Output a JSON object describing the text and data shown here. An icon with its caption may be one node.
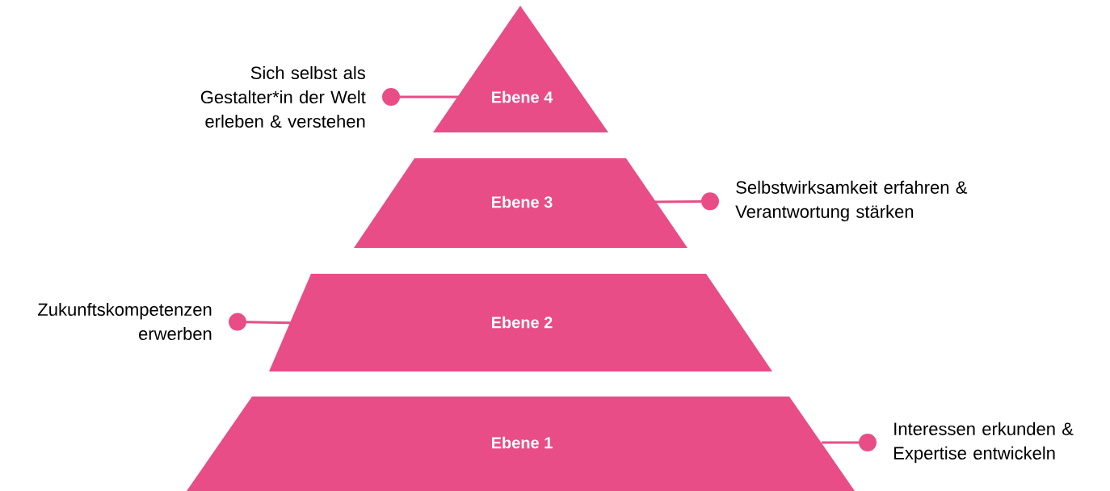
{
  "diagram": {
    "nodes": [
      {
        "text": [
          "Sich selbst als Gestalter*in der Welt erleben & verstehen"
        ]
      },
      {
        "text": [
          "Ebene 4"
        ]
      },
      {
        "text": [
          "Ebene 3"
        ]
      },
      {
        "text": [
          "Selbstwirksamkeit erfahren & Verantwortung stärken"
        ]
      },
      {
        "text": [
          "Zukunftskompetenzen erwerben"
        ]
      },
      {
        "text": [
          "Ebene 2"
        ]
      },
      {
        "text": [
          "Ebene 1"
        ]
      },
      {
        "text": [
          "Interessen erkunden & Expertise entwickeln"
        ]
      }
    ],
    "edges": [
      {
        "from": 0,
        "to": 1,
        "arrow": "other"
      },
      {
        "from": 3,
        "to": 2,
        "arrow": "other"
      },
      {
        "from": 4,
        "to": 5,
        "arrow": "other"
      },
      {
        "from": 7,
        "to": 6,
        "arrow": "other"
      }
    ]
  }
}
